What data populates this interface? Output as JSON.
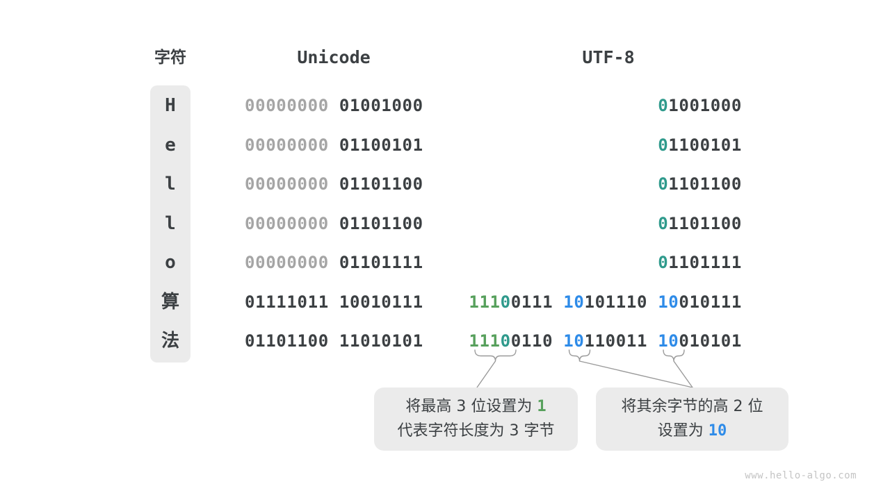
{
  "headers": {
    "char": "字符",
    "unicode": "Unicode",
    "utf8": "UTF-8"
  },
  "rows": [
    {
      "char": "H",
      "unicode_gray": "00000000 ",
      "unicode_main": "01001000",
      "utf8_prefix": "0",
      "utf8_rest": "1001000"
    },
    {
      "char": "e",
      "unicode_gray": "00000000 ",
      "unicode_main": "01100101",
      "utf8_prefix": "0",
      "utf8_rest": "1100101"
    },
    {
      "char": "l",
      "unicode_gray": "00000000 ",
      "unicode_main": "01101100",
      "utf8_prefix": "0",
      "utf8_rest": "1101100"
    },
    {
      "char": "l",
      "unicode_gray": "00000000 ",
      "unicode_main": "01101100",
      "utf8_prefix": "0",
      "utf8_rest": "1101100"
    },
    {
      "char": "o",
      "unicode_gray": "00000000 ",
      "unicode_main": "01101111",
      "utf8_prefix": "0",
      "utf8_rest": "1101111"
    },
    {
      "char": "算",
      "unicode_gray": "",
      "unicode_main": "01111011 10010111",
      "b1_green": "111",
      "b1_teal": "0",
      "b1_rest": "0111 ",
      "b2_blue": "10",
      "b2_rest": "101110 ",
      "b3_blue": "10",
      "b3_rest": "010111"
    },
    {
      "char": "法",
      "unicode_gray": "",
      "unicode_main": "01101100 11010101",
      "b1_green": "111",
      "b1_teal": "0",
      "b1_rest": "0110 ",
      "b2_blue": "10",
      "b2_rest": "110011 ",
      "b3_blue": "10",
      "b3_rest": "010101"
    }
  ],
  "callouts": {
    "left": {
      "line1_text": "将最高 3 位设置为 ",
      "line1_accent": "1",
      "line2": "代表字符长度为 3 字节"
    },
    "right": {
      "line1": "将其余字节的高 2 位",
      "line2_text": "设置为 ",
      "line2_accent": "10"
    }
  },
  "watermark": "www.hello-algo.com",
  "colors": {
    "dark": "#3c4043",
    "gray": "#a5a5a5",
    "teal": "#2f9a8c",
    "green": "#57a05c",
    "blue": "#2e8be8",
    "panel": "#ebebeb",
    "line": "#9a9a9a",
    "watermark": "#c4c4c4"
  }
}
